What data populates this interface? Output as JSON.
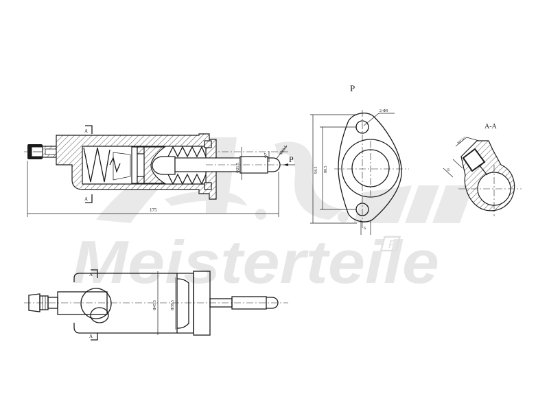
{
  "watermark": {
    "logo": "A.L.",
    "brand": "Meisterteile",
    "registered": "R",
    "color": "#e6e6e6"
  },
  "views": {
    "section": {
      "name": "longitudinal-section",
      "section_mark_top": "A",
      "section_mark_bottom": "A",
      "overall_length": "175",
      "rod_diameter": "Φ21.5",
      "tip_diameter": "Φ7",
      "tip_radius": "SR3.5",
      "view_arrow": "P"
    },
    "flange": {
      "title": "P",
      "holes": "2-Φ9",
      "outer_height": "94.5",
      "hole_spacing": "80.5",
      "thickness": "6"
    },
    "section_aa": {
      "title": "A-A",
      "thread": "M12x1",
      "depth": "10"
    },
    "side": {
      "name": "side-view",
      "section_mark_top": "A",
      "section_mark_bottom": "A",
      "body_diameter": "Φ45.5",
      "bore_diameter": "Φ38.5"
    }
  },
  "colors": {
    "line": "#1a1a1a",
    "background": "#ffffff",
    "watermark": "#e6e6e6"
  }
}
